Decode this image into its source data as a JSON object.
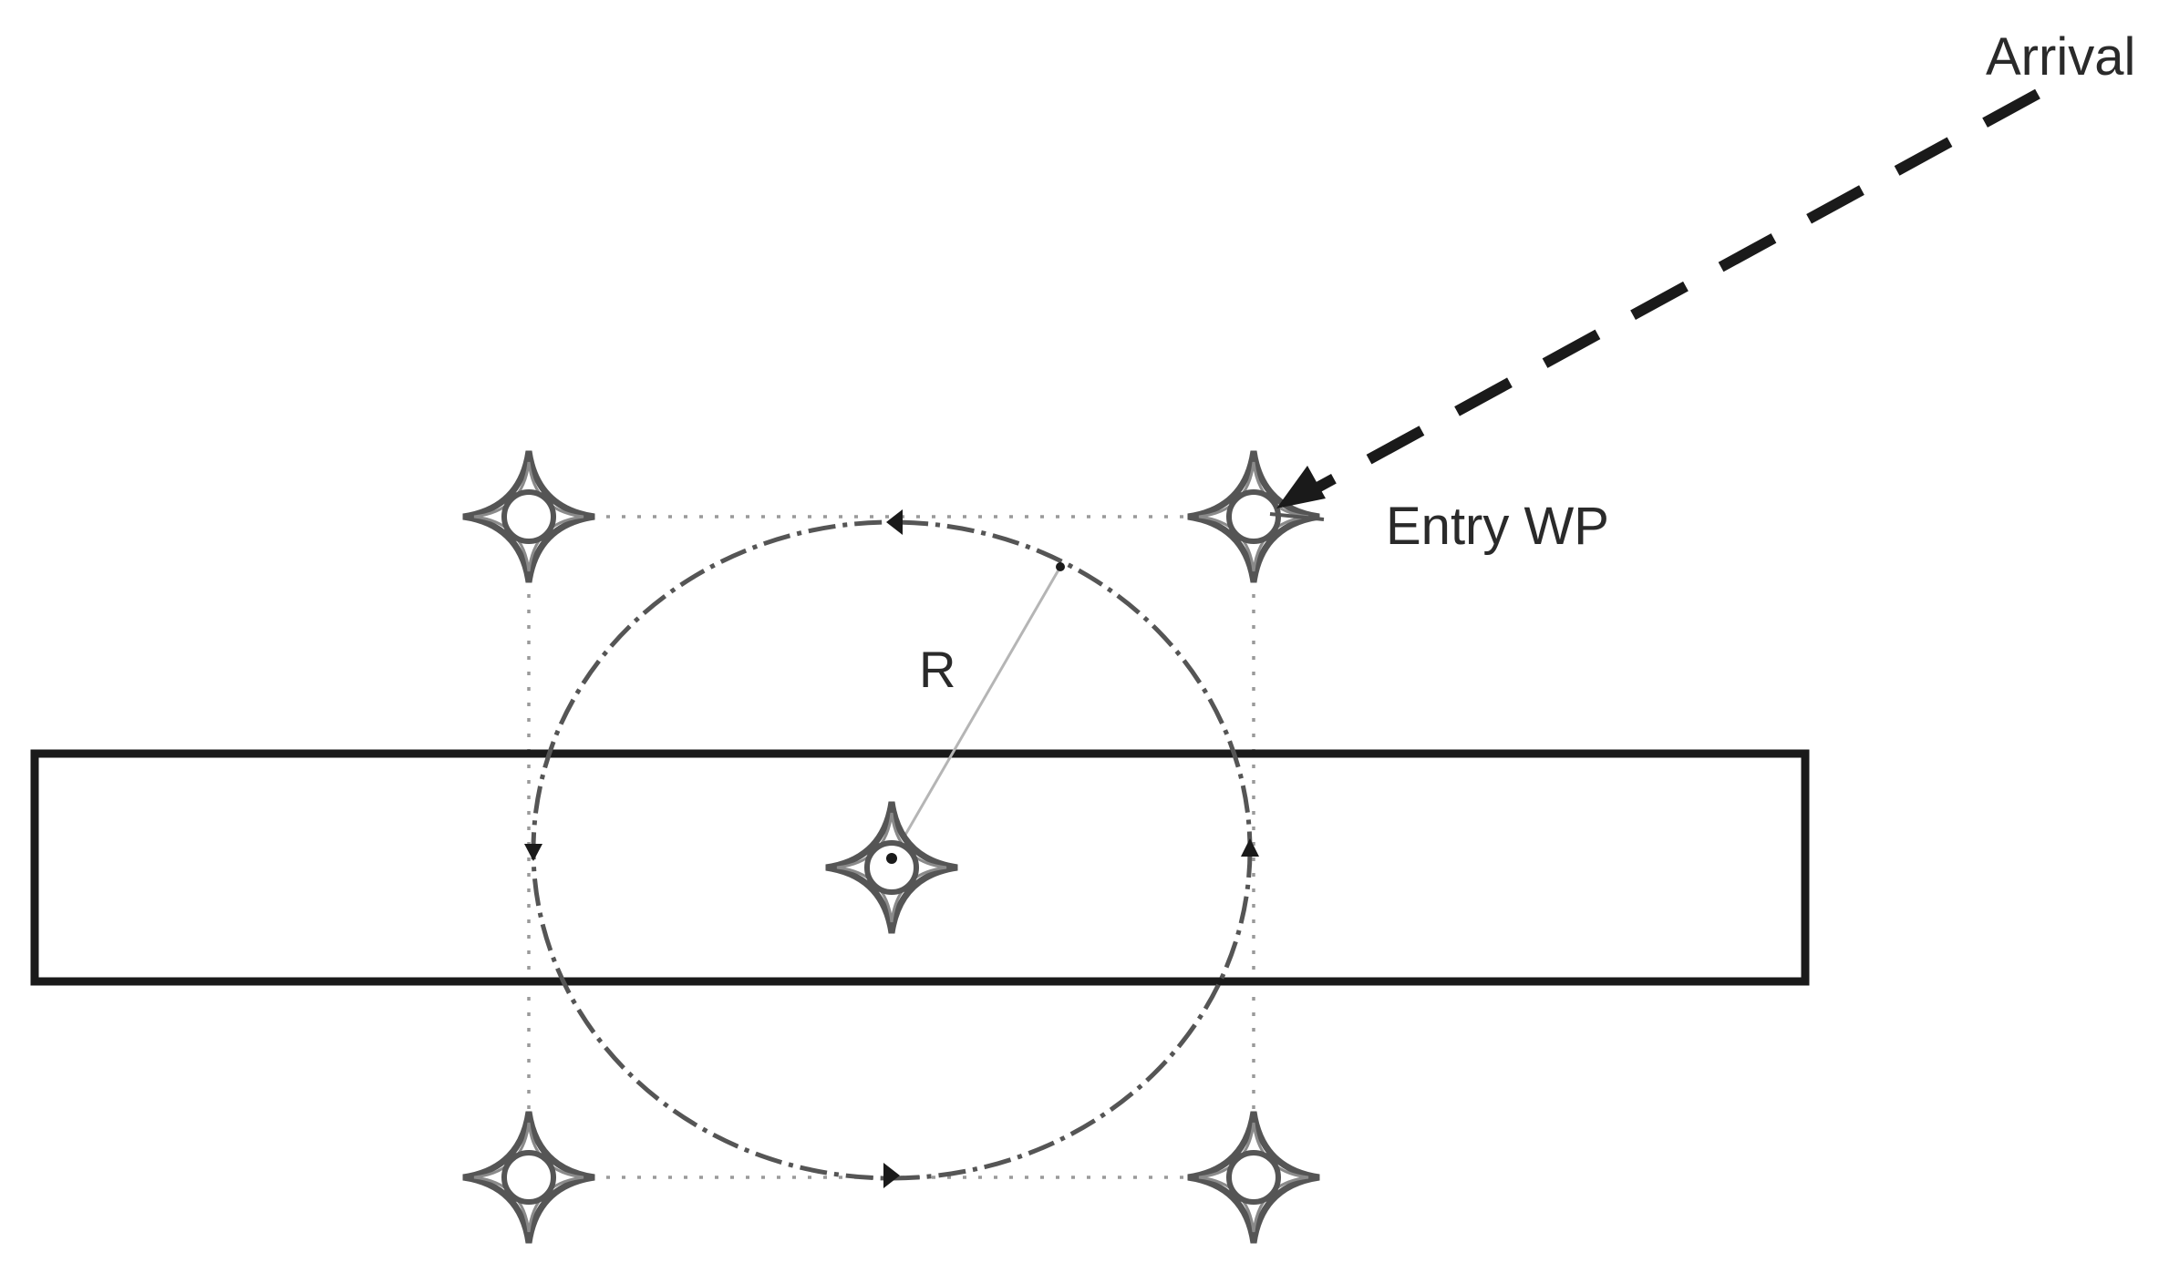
{
  "labels": {
    "arrival": "Arrival",
    "entry_wp": "Entry WP",
    "radius": "R"
  },
  "waypoint_icon": "four-point-star-waypoint-icon",
  "colors": {
    "background": "#ffffff",
    "stroke": "#1a1a1a",
    "circle": "#555555",
    "guide": "#9a9a9a",
    "text": "#2a2a2a"
  }
}
